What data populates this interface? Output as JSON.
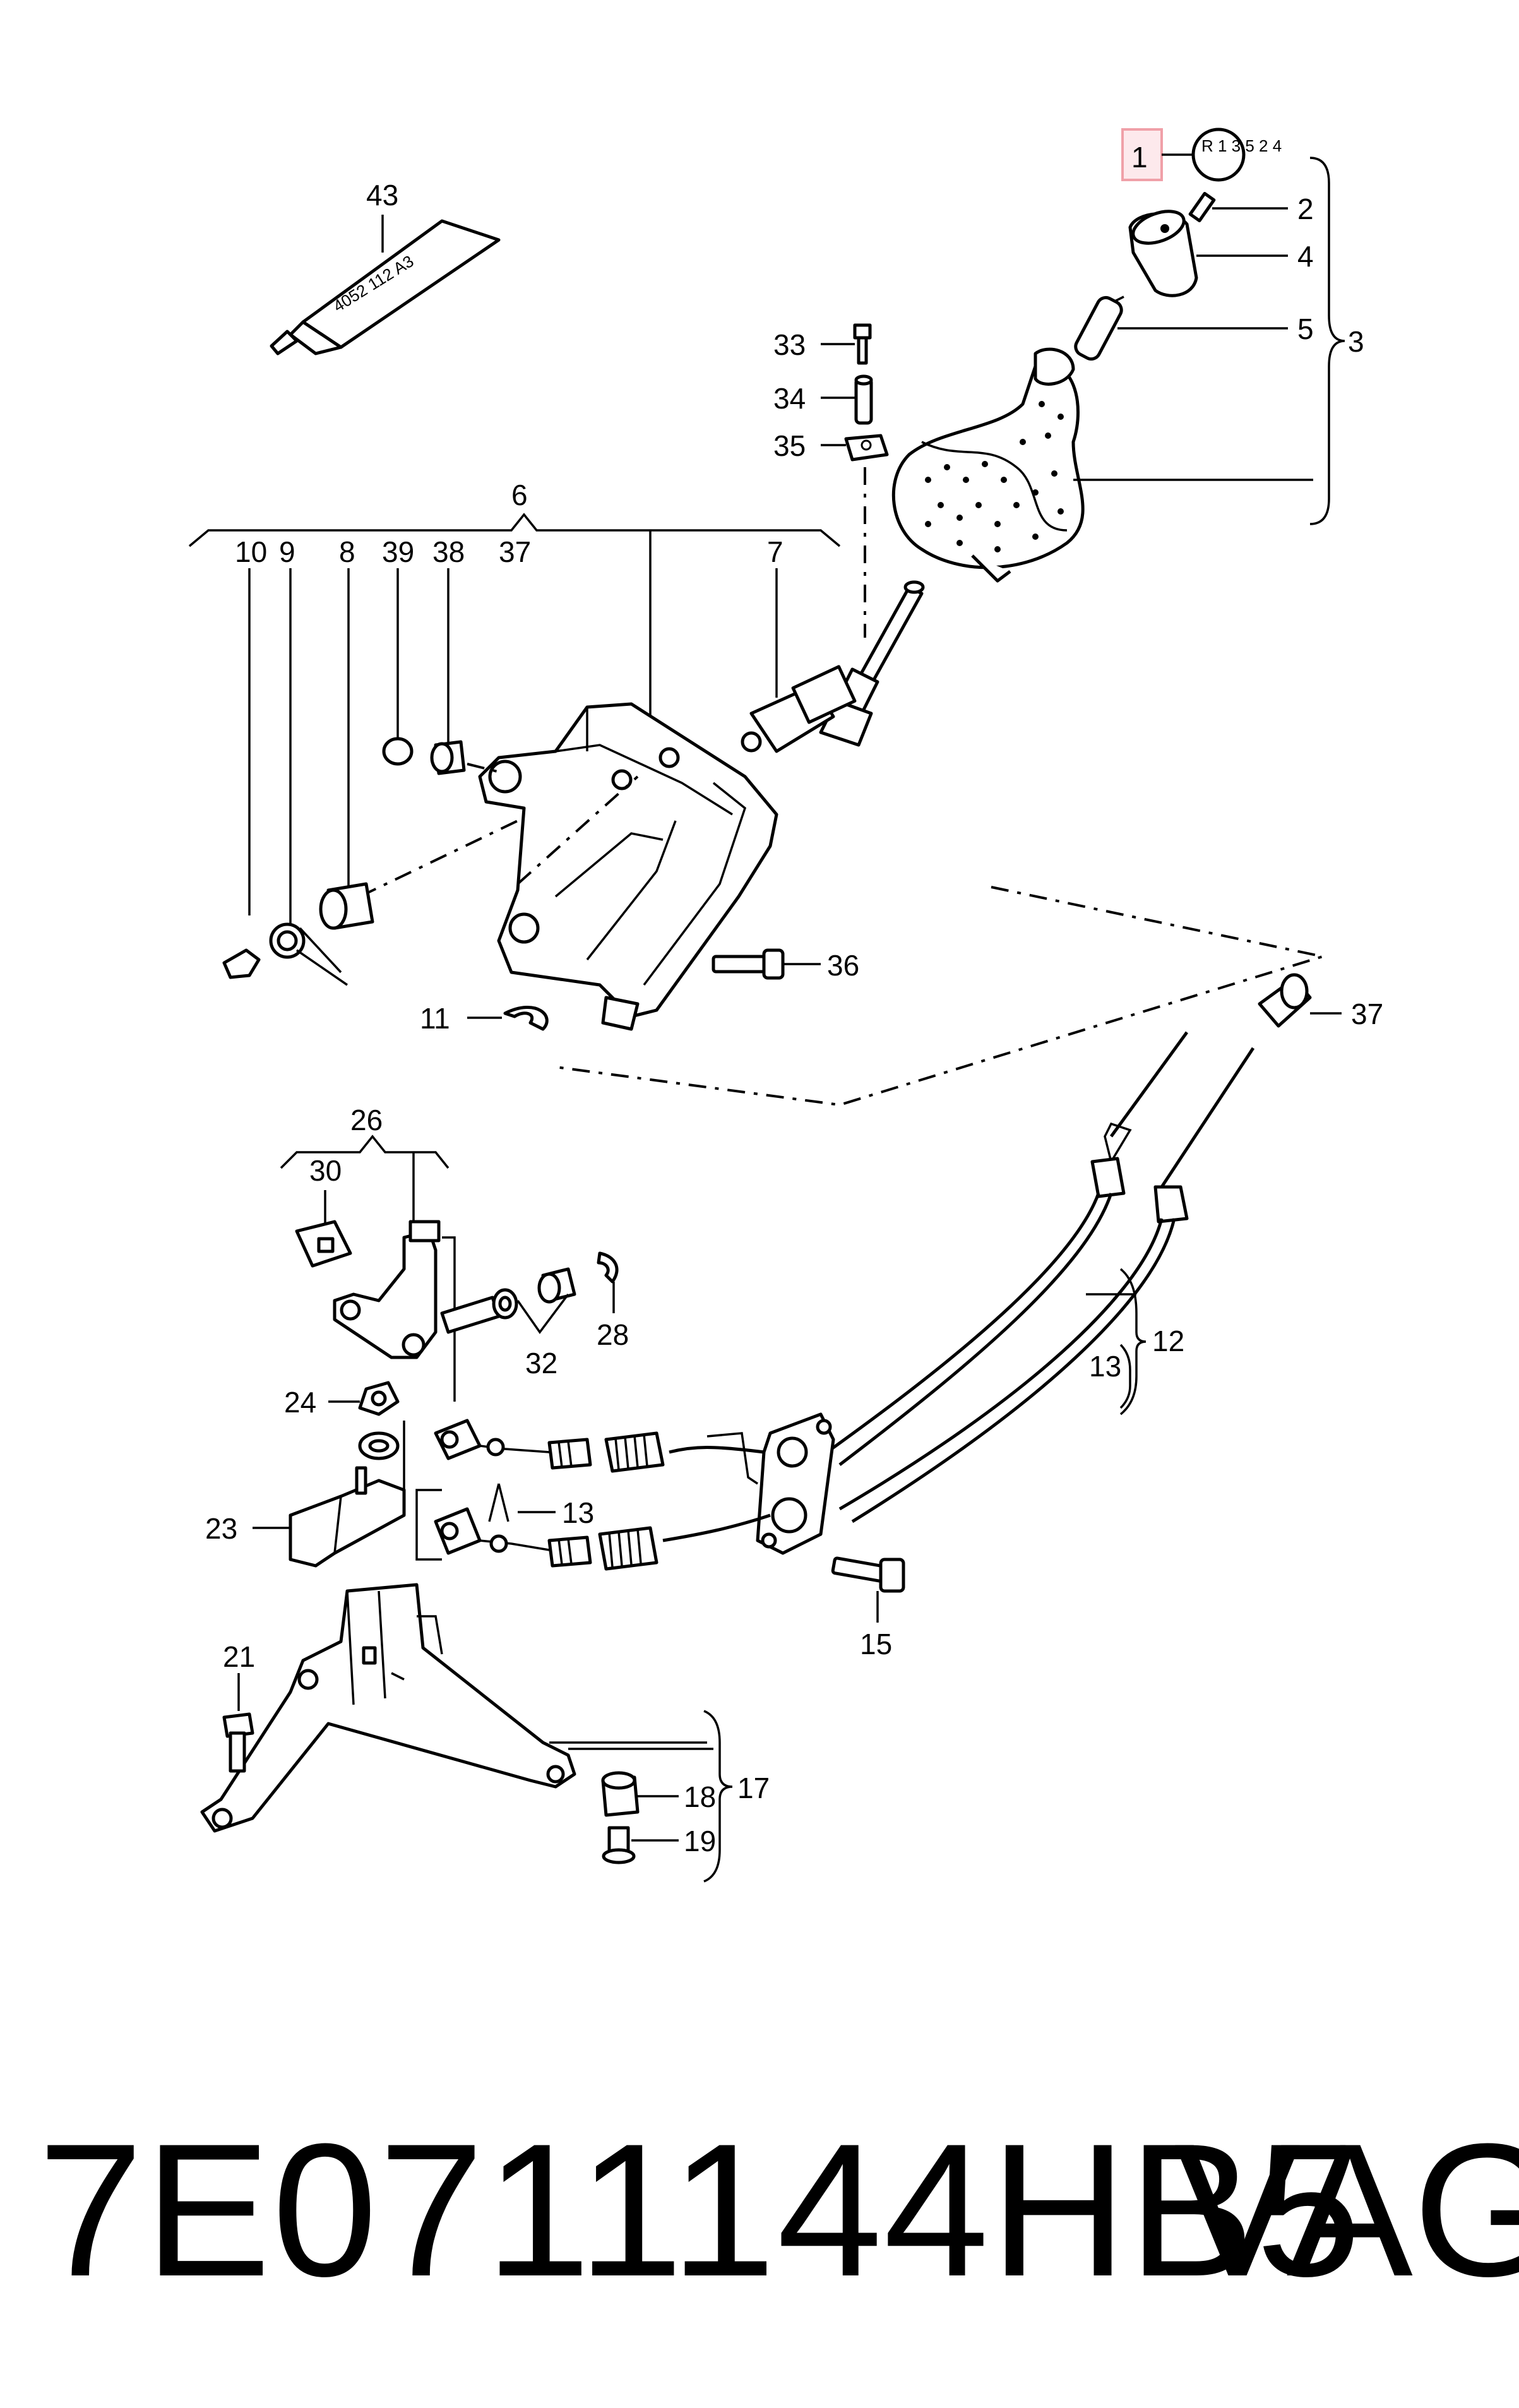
{
  "callouts": {
    "c1": "1",
    "c2": "2",
    "c3": "3",
    "c4": "4",
    "c5": "5",
    "c6": "6",
    "c7": "7",
    "c8": "8",
    "c9": "9",
    "c10": "10",
    "c11": "11",
    "c12": "12",
    "c13a": "13",
    "c13b": "13",
    "c15": "15",
    "c17": "17",
    "c18": "18",
    "c19": "19",
    "c21": "21",
    "c23": "23",
    "c24": "24",
    "c26": "26",
    "c28": "28",
    "c30": "30",
    "c32": "32",
    "c33": "33",
    "c34": "34",
    "c35": "35",
    "c36": "36",
    "c37a": "37",
    "c37b": "37",
    "c38": "38",
    "c39": "39",
    "c43": "43"
  },
  "tube_text": "4052 112 A3",
  "knob_gear_pattern": "R 1 3 5 2 4",
  "footer": {
    "part_number": "7E0711144HB5",
    "brand": "VAG"
  },
  "colors": {
    "highlight_box": "#f0a0a8",
    "line": "#000000"
  }
}
